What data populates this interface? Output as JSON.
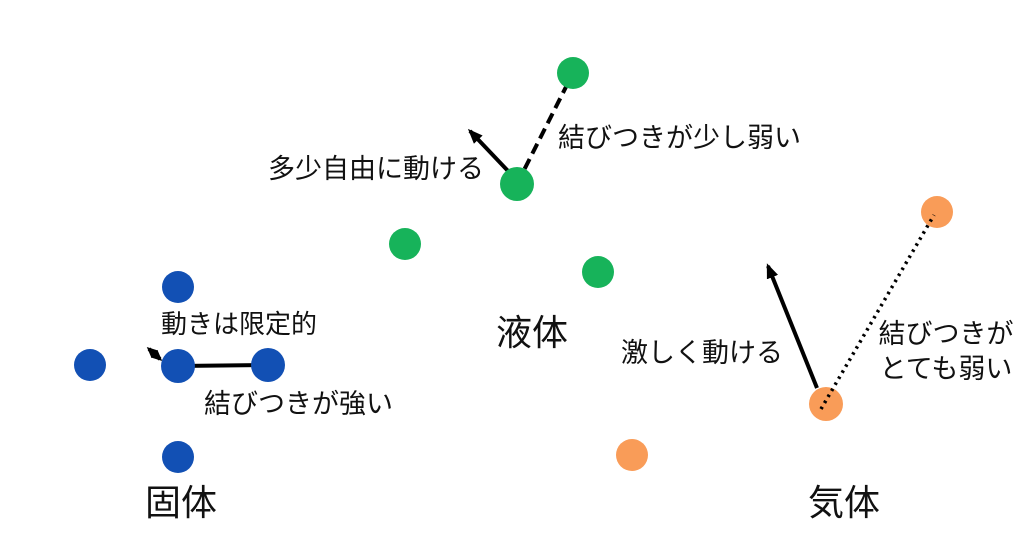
{
  "colors": {
    "solid": "#1250b4",
    "liquid": "#17b35a",
    "gas": "#f99c58",
    "stroke": "#000000"
  },
  "groups": {
    "solid": {
      "label": "固体",
      "motion": "動きは限定的",
      "bond": "結びつきが強い"
    },
    "liquid": {
      "label": "液体",
      "motion": "多少自由に動ける",
      "bond": "結びつきが少し弱い"
    },
    "gas": {
      "label": "気体",
      "motion": "激しく動ける",
      "bond_line1": "結びつきが",
      "bond_line2": "とても弱い"
    }
  }
}
